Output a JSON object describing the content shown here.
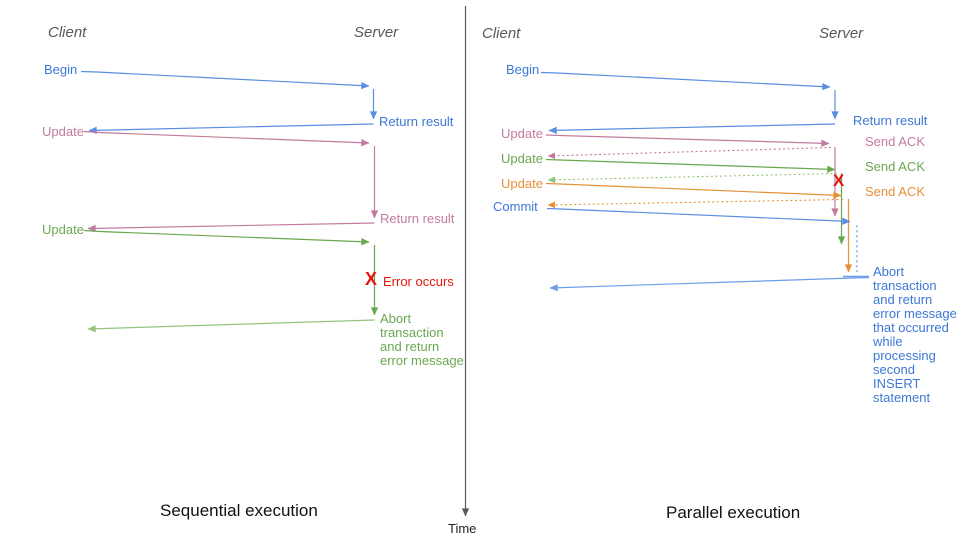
{
  "colors": {
    "blue_text": "#3c78d8",
    "blue_line": "#5b8de2",
    "blue_light": "#6d9eeb",
    "pink": "#c27ba0",
    "green": "#6aa84f",
    "green_light": "#93c47d",
    "orange": "#e69138",
    "red": "#e8130c",
    "gray": "#595959"
  },
  "time_axis": {
    "label": "Time"
  },
  "left": {
    "title": "Sequential execution",
    "client_header": "Client",
    "server_header": "Server",
    "begin": "Begin",
    "return_result_1": "Return result",
    "update_1": "Update",
    "return_result_2": "Return result",
    "update_2": "Update",
    "error_x": "X",
    "error_label": "Error occurs",
    "abort_text": "Abort\ntransaction\nand return\nerror message"
  },
  "right": {
    "title": "Parallel execution",
    "client_header": "Client",
    "server_header": "Server",
    "begin": "Begin",
    "return_result_1": "Return result",
    "update_1": "Update",
    "send_ack_1": "Send ACK",
    "update_2": "Update",
    "send_ack_2": "Send ACK",
    "update_3": "Update",
    "send_ack_3": "Send ACK",
    "commit": "Commit",
    "error_x": "X",
    "abort_text": "Abort\ntransaction\nand return\nerror message\nthat occurred\nwhile\nprocessing\nsecond\nINSERT\nstatement"
  }
}
